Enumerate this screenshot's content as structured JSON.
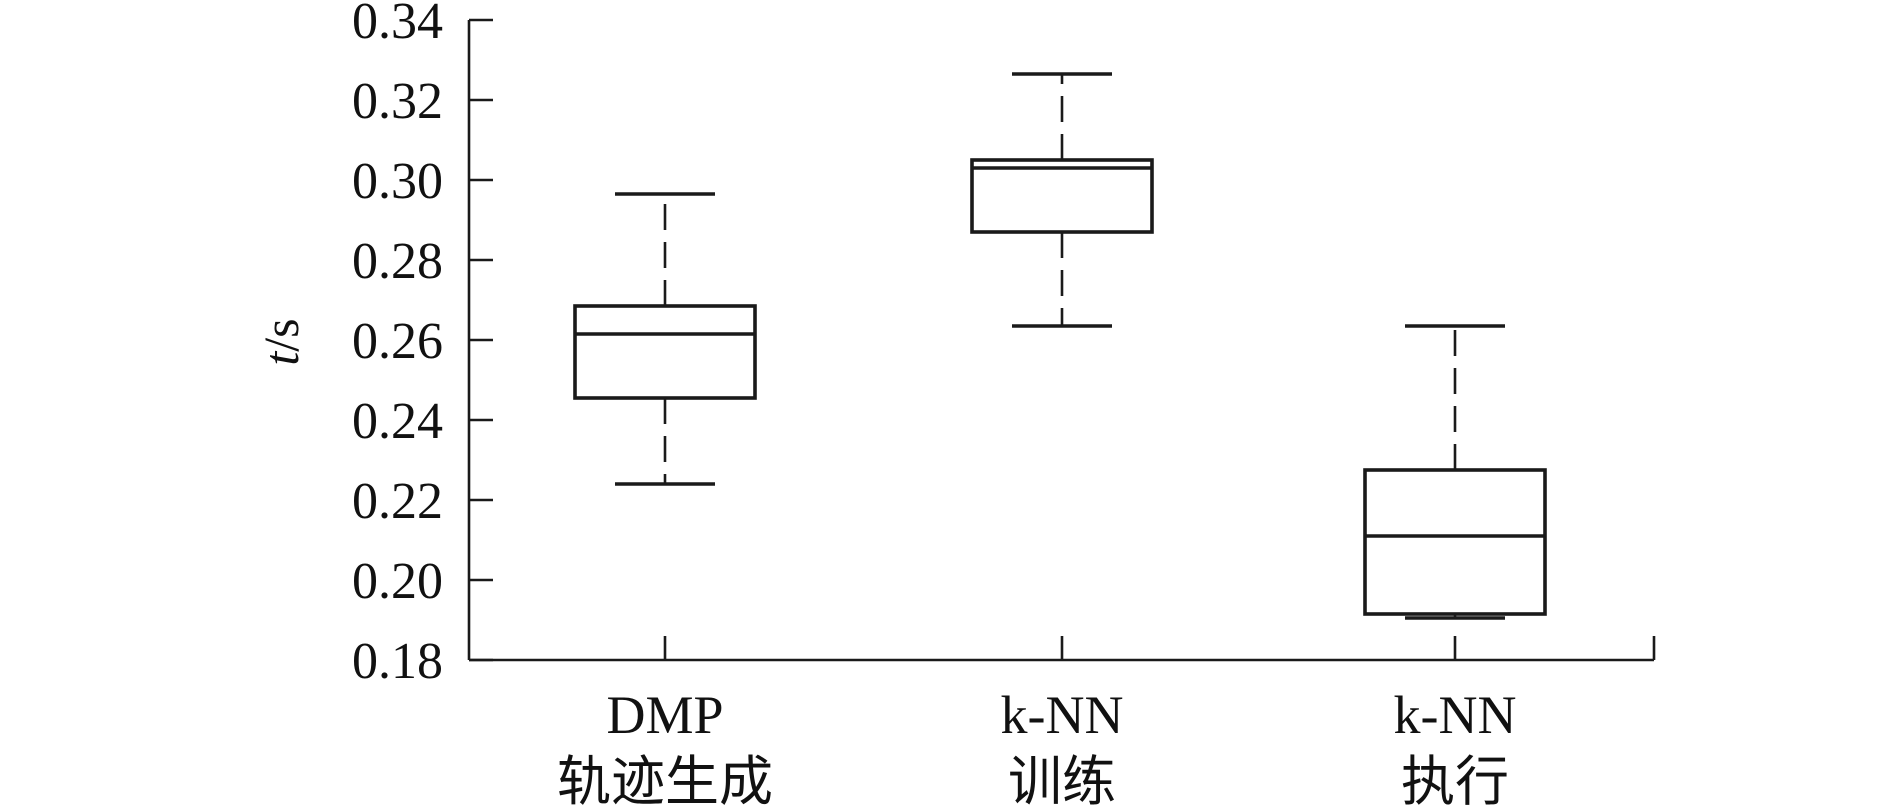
{
  "chart_data": {
    "type": "box",
    "title": "",
    "xlabel": "",
    "ylabel": "t/s",
    "ylabel_parts": {
      "var": "t",
      "unit": "/s"
    },
    "ylim": [
      0.18,
      0.34
    ],
    "yticks": [
      0.18,
      0.2,
      0.22,
      0.24,
      0.26,
      0.28,
      0.3,
      0.32,
      0.34
    ],
    "ytick_labels": [
      "0.18",
      "0.20",
      "0.22",
      "0.24",
      "0.26",
      "0.28",
      "0.30",
      "0.32",
      "0.34"
    ],
    "grid": false,
    "categories": [
      {
        "line1": "DMP",
        "line2": "轨迹生成"
      },
      {
        "line1": "k-NN",
        "line2": "训练"
      },
      {
        "line1": "k-NN",
        "line2": "执行"
      }
    ],
    "boxes": [
      {
        "whisker_low": 0.224,
        "q1": 0.2455,
        "median": 0.2615,
        "q3": 0.2685,
        "whisker_high": 0.2965
      },
      {
        "whisker_low": 0.2635,
        "q1": 0.287,
        "median": 0.303,
        "q3": 0.305,
        "whisker_high": 0.3265
      },
      {
        "whisker_low": 0.1905,
        "q1": 0.1915,
        "median": 0.211,
        "q3": 0.2275,
        "whisker_high": 0.2635
      }
    ]
  }
}
